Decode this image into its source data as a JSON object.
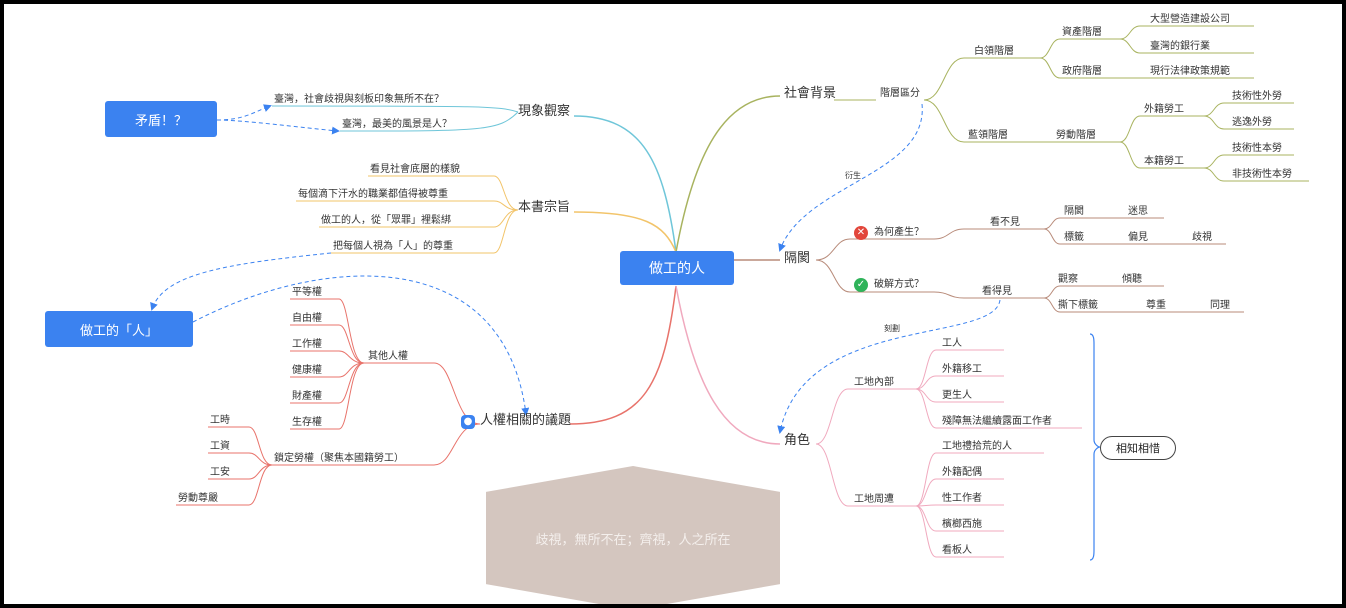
{
  "center": {
    "label": "做工的人"
  },
  "left": {
    "phenomenon": {
      "label": "現象觀察",
      "items": [
        "臺灣，社會歧視與刻板印象無所不在？",
        "臺灣，最美的風景是人？"
      ]
    },
    "purpose": {
      "label": "本書宗旨",
      "items": [
        "看見社會底層的樣貌",
        "每個滴下汗水的職業都值得被尊重",
        "做工的人，從「眾罪」裡鬆綁",
        "把每個人視為「人」的尊重"
      ]
    },
    "rights": {
      "label": "人權相關的議題",
      "other_rights": {
        "label": "其他人權",
        "items": [
          "平等權",
          "自由權",
          "工作權",
          "健康權",
          "財產權",
          "生存權"
        ]
      },
      "labor_rights": {
        "label": "鎖定勞權（聚焦本國籍勞工）",
        "items": [
          "工時",
          "工資",
          "工安",
          "勞動尊嚴"
        ]
      }
    },
    "contradiction_box": "矛盾！？",
    "people_box": "做工的「人」"
  },
  "right": {
    "background": {
      "label": "社會背景",
      "class": {
        "label": "階層區分",
        "white": {
          "label": "白領階層",
          "capital": {
            "label": "資產階層",
            "items": [
              "大型營造建設公司",
              "臺灣的銀行業"
            ]
          },
          "gov": {
            "label": "政府階層",
            "items": [
              "現行法律政策規範"
            ]
          }
        },
        "blue": {
          "label": "藍領階層",
          "labor": {
            "label": "勞動階層",
            "foreign": {
              "label": "外籍勞工",
              "items": [
                "技術性外勞",
                "逃逸外勞"
              ]
            },
            "local": {
              "label": "本籍勞工",
              "items": [
                "技術性本勞",
                "非技術性本勞"
              ]
            }
          }
        }
      }
    },
    "barrier": {
      "label": "隔閡",
      "why": {
        "label": "為何產生？",
        "sub": "看不見",
        "items": [
          "隔閡",
          "迷思",
          "標籤",
          "偏見",
          "歧視"
        ]
      },
      "solve": {
        "label": "破解方式？",
        "sub": "看得見",
        "items": [
          "觀察",
          "傾聽",
          "撕下標籤",
          "尊重",
          "同理"
        ]
      }
    },
    "roles": {
      "label": "角色",
      "inside": {
        "label": "工地內部",
        "items": [
          "工人",
          "外籍移工",
          "更生人",
          "殘障無法繼續露面工作者"
        ]
      },
      "around": {
        "label": "工地周遭",
        "items": [
          "工地禮拾荒的人",
          "外籍配偶",
          "性工作者",
          "檳榔西施",
          "看板人"
        ]
      }
    },
    "derived_label": "衍生",
    "shape_label": "刻劃",
    "pill": "相知相惜"
  },
  "banner": "歧視，無所不在；齊視，人之所在",
  "colors": {
    "box_blue": "#3b82f0",
    "teal": "#6fc6d9",
    "orange": "#f2c46a",
    "red": "#e8736b",
    "olive": "#a8b35f",
    "brown": "#b88b7a",
    "pink": "#f0a9be",
    "dash": "#3b82f0"
  }
}
